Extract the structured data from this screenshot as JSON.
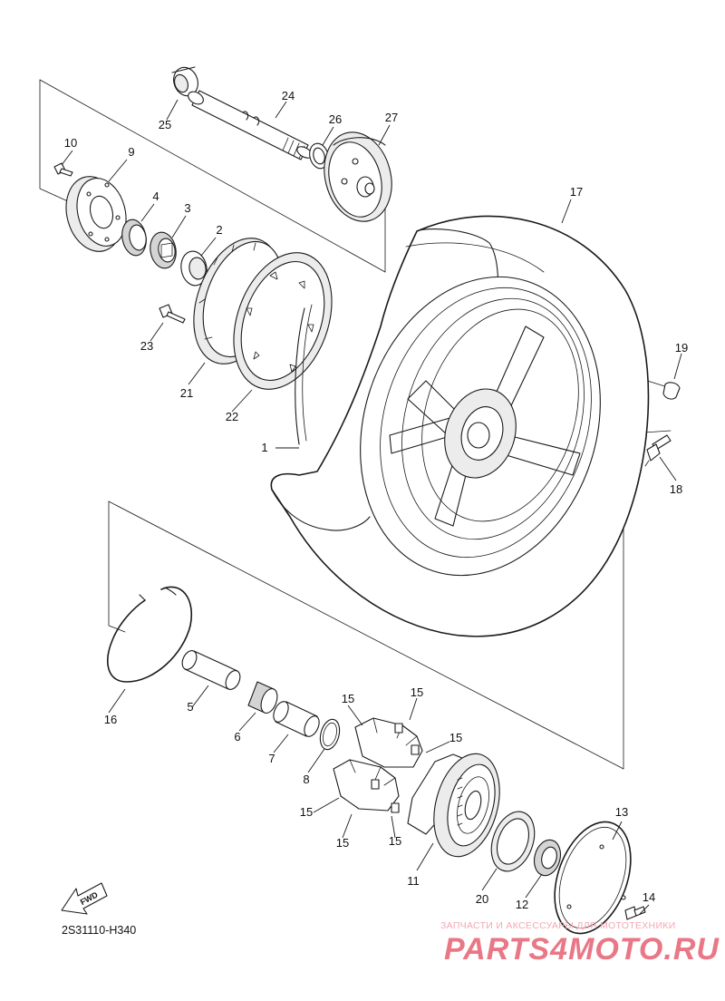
{
  "diagram": {
    "code": "2S31110-H340",
    "fwd_label": "FWD",
    "callouts": {
      "c1": "1",
      "c2": "2",
      "c3": "3",
      "c4": "4",
      "c5": "5",
      "c6": "6",
      "c7": "7",
      "c8": "8",
      "c9": "9",
      "c10": "10",
      "c11": "11",
      "c12": "12",
      "c13": "13",
      "c14": "14",
      "c15a": "15",
      "c15b": "15",
      "c15c": "15",
      "c15d": "15",
      "c15e": "15",
      "c15f": "15",
      "c16": "16",
      "c17": "17",
      "c18": "18",
      "c19": "19",
      "c20": "20",
      "c21": "21",
      "c22": "22",
      "c23": "23",
      "c24": "24",
      "c25": "25",
      "c26": "26",
      "c27": "27"
    }
  },
  "watermark": {
    "caption": "ЗАПЧАСТИ И АКСЕССУАРЫ ДЛЯ МОТОТЕХНИКИ",
    "brand": "PARTS4MOTO.RU",
    "brand_color": "#e8697a",
    "caption_color": "#f2a8b2"
  }
}
